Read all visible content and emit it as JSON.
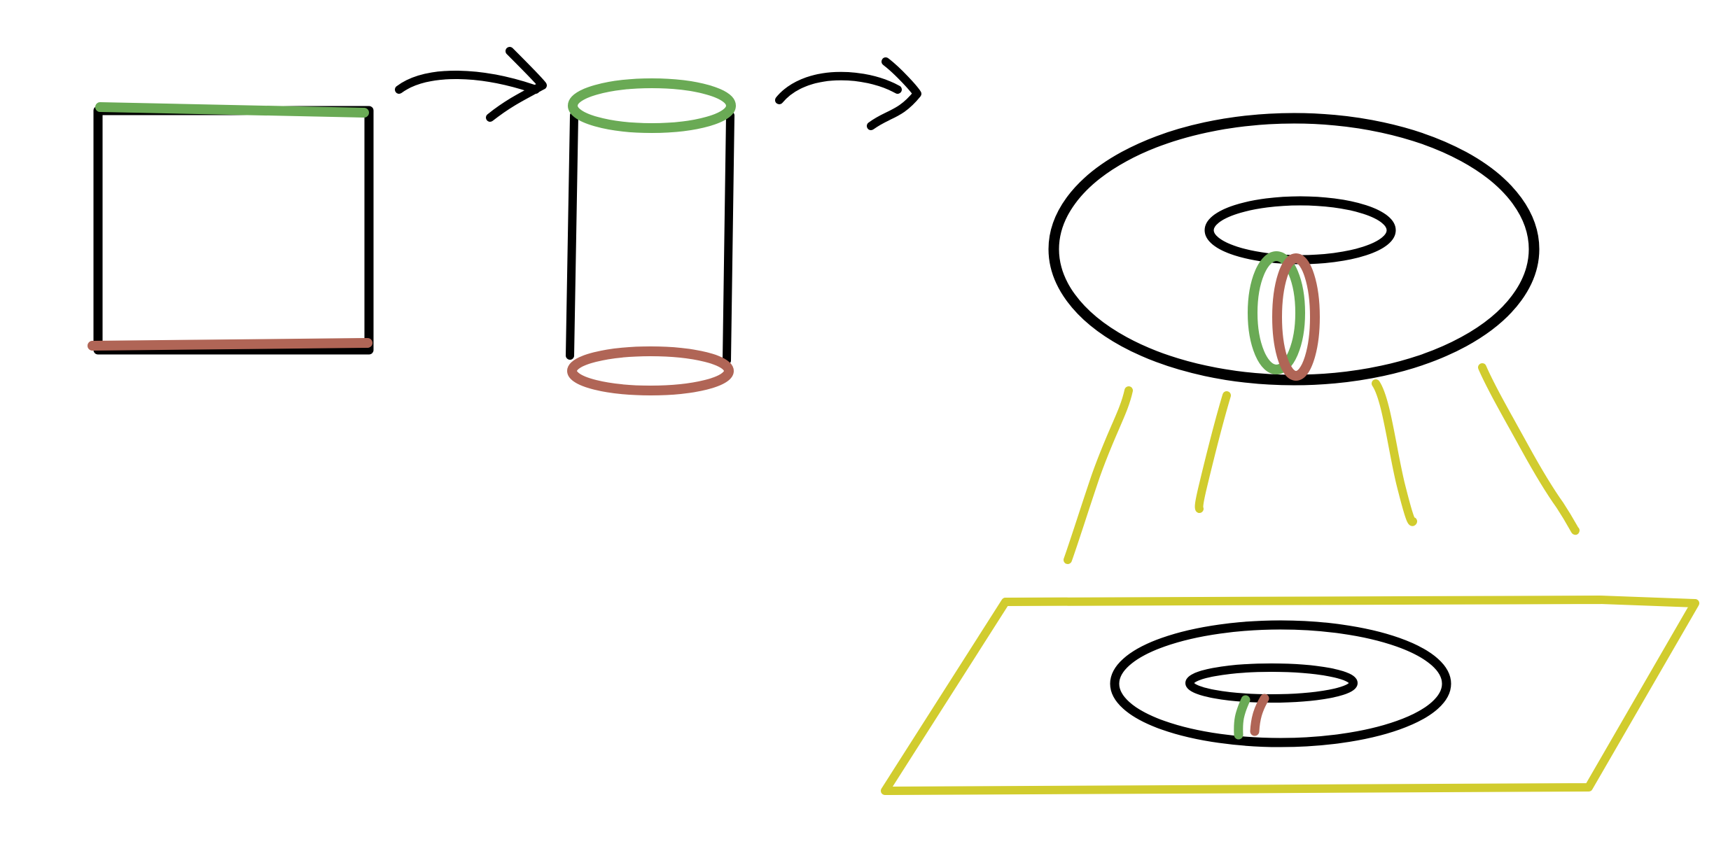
{
  "diagram": {
    "colors": {
      "outline": "#000000",
      "edge_top": "#6aaa55",
      "edge_bottom": "#b06556",
      "plane": "#d1cc2e",
      "background": "#ffffff"
    },
    "steps": [
      {
        "name": "square",
        "edges": [
          "outline",
          "edge_top",
          "edge_bottom"
        ]
      },
      {
        "name": "arrow",
        "icon": "curved-arrow-right"
      },
      {
        "name": "cylinder",
        "edges": [
          "outline",
          "edge_top",
          "edge_bottom"
        ]
      },
      {
        "name": "arrow",
        "icon": "curved-arrow-right"
      },
      {
        "name": "torus",
        "edges": [
          "outline",
          "edge_top",
          "edge_bottom"
        ]
      },
      {
        "name": "projection-lines",
        "count": 4
      },
      {
        "name": "flat-torus-on-plane"
      }
    ]
  }
}
